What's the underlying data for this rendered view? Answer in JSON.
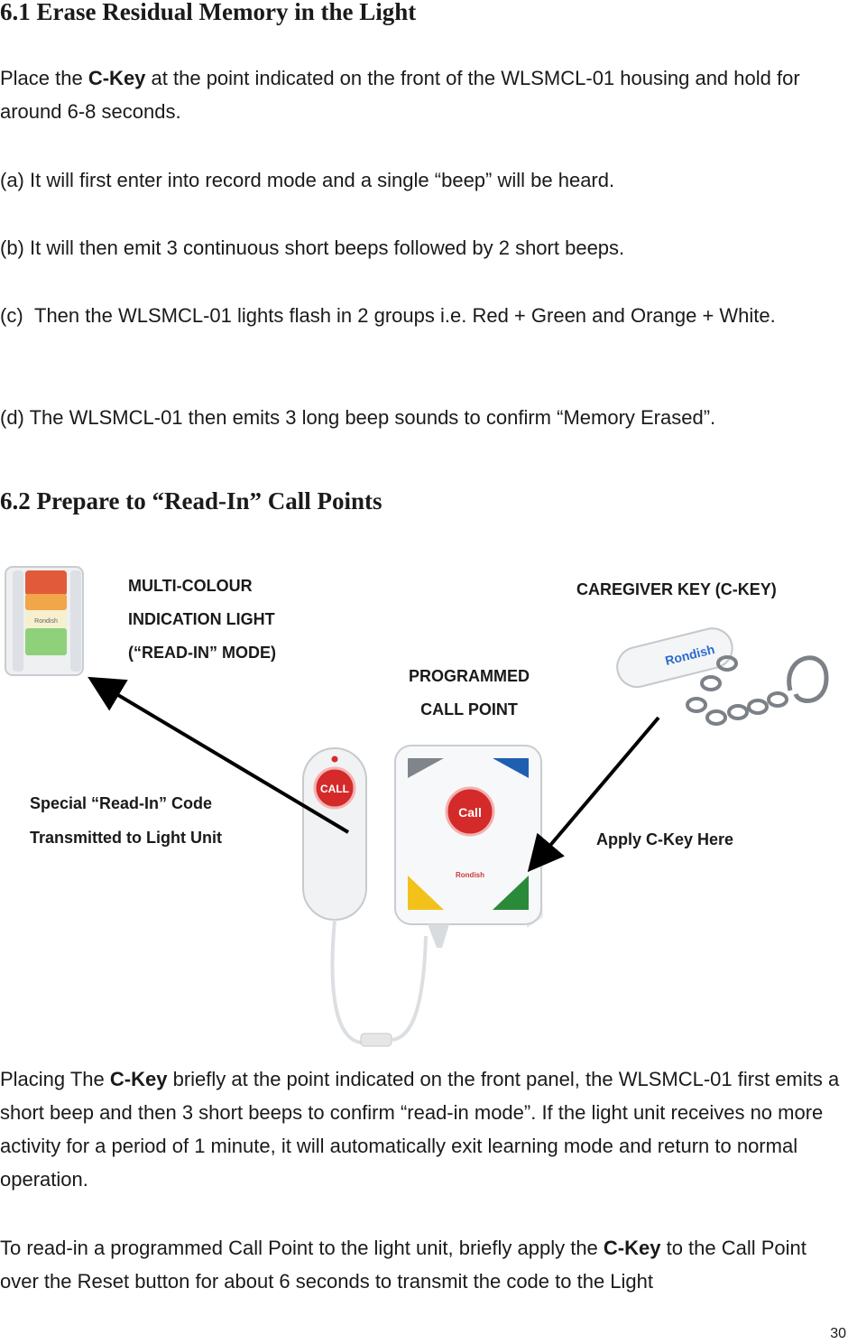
{
  "section1": {
    "heading": "6.1 Erase Residual Memory in the Light",
    "intro_pre": "Place the ",
    "intro_key": "C-Key",
    "intro_post": " at the point indicated on the front of the WLSMCL-01 housing and hold for around 6-8 seconds.",
    "step_a": "(a) It will first enter into record mode and a single “beep” will be heard.",
    "step_b": "(b) It will then emit 3 continuous short beeps followed by 2 short beeps.",
    "step_c_marker": "(c)",
    "step_c_text": "Then the WLSMCL-01 lights flash in 2 groups i.e. Red + Green and Orange + White.",
    "step_d": "(d) The WLSMCL-01 then emits 3 long beep sounds to confirm “Memory Erased”."
  },
  "section2": {
    "heading": "6.2 Prepare to “Read-In” Call Points"
  },
  "diagram": {
    "label_light_1": "MULTI-COLOUR",
    "label_light_2": "INDICATION LIGHT",
    "label_light_3": "(“READ-IN” MODE)",
    "label_ckey": "CAREGIVER KEY (C-KEY)",
    "label_callpoint_1": "PROGRAMMED",
    "label_callpoint_2": "CALL POINT",
    "label_special_1": "Special “Read-In” Code",
    "label_special_2": "Transmitted to Light Unit",
    "label_apply": "Apply C-Key Here",
    "pendant_button": "CALL",
    "panel_button": "Call",
    "brand_panel": "Rondish",
    "brand_key": "Rondish"
  },
  "body2": {
    "para1_pre": "Placing The ",
    "para1_key": "C-Key",
    "para1_post": " briefly at the point indicated on the front panel, the WLSMCL-01 first emits a short beep and then 3 short beeps to confirm “read-in mode”.    If the light unit receives no more activity for a period of 1 minute, it will automatically exit learning mode and return to normal operation.",
    "para2_pre": "To read-in a programmed Call Point to the light unit, briefly apply the ",
    "para2_key": "C-Key",
    "para2_post": " to the Call Point over the Reset button for about 6 seconds to transmit the code to the Light"
  },
  "footer": {
    "page_number": "30"
  },
  "colors": {
    "red": "#d42a2a",
    "green": "#2a8a3a",
    "orange": "#f0a020",
    "blue": "#1f5fb0",
    "yellow": "#f2c21b"
  }
}
